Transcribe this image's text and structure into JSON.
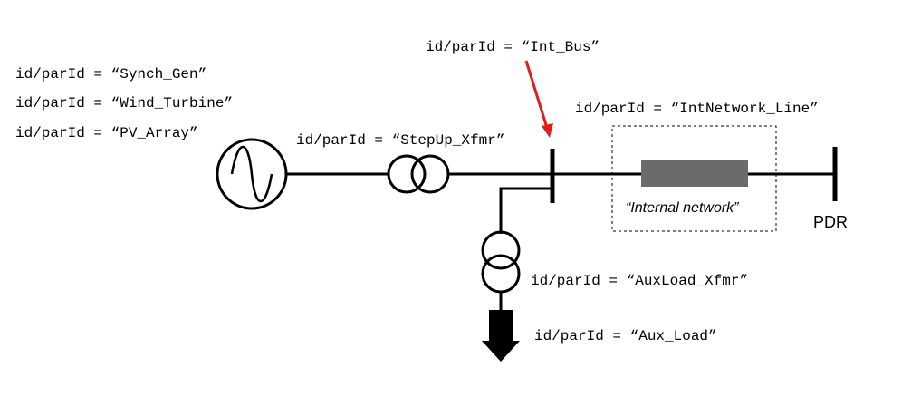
{
  "labels": {
    "synch_gen": "id/parId = “Synch_Gen”",
    "wind_turbine": "id/parId = “Wind_Turbine”",
    "pv_array": "id/parId = “PV_Array”",
    "stepup_xfmr": "id/parId = “StepUp_Xfmr”",
    "int_bus": "id/parId = “Int_Bus”",
    "intnetwork_line": "id/parId = “IntNetwork_Line”",
    "internal_network": "“Internal network”",
    "pdr": "PDR",
    "auxload_xfmr": "id/parId = “AuxLoad_Xfmr”",
    "aux_load": "id/parId = “Aux_Load”"
  },
  "colors": {
    "line": "#000000",
    "arrow": "#e31b1b",
    "network_block": "#6b6b6b",
    "dashed_box": "#000000"
  }
}
